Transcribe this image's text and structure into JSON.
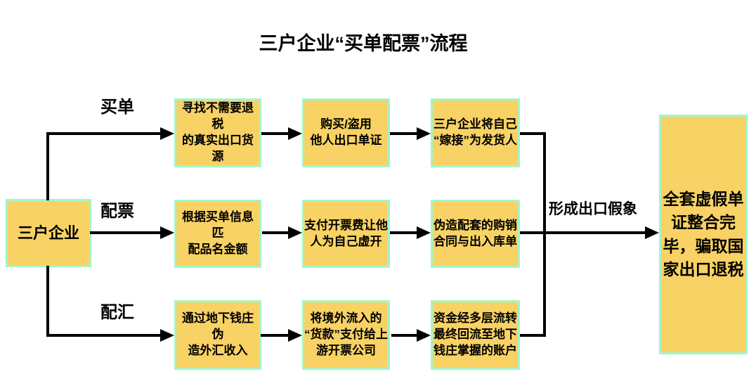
{
  "title": "三户企业“买单配票”流程",
  "source": {
    "label": "三户企业"
  },
  "branches": [
    {
      "label": "买单",
      "steps": [
        "寻找不需要退税\n的真实出口货源",
        "购买/盗用\n他人出口单证",
        "三户企业将自己\n“嫁接”为发货人"
      ]
    },
    {
      "label": "配票",
      "steps": [
        "根据买单信息匹\n配品名金额",
        "支付开票费让他\n人为自己虚开",
        "伪造配套的购销\n合同与出入库单"
      ]
    },
    {
      "label": "配汇",
      "steps": [
        "通过地下钱庄伪\n造外汇收入",
        "将境外流入的\n“货款”支付给上\n游开票公司",
        "资金经多层流转\n最终回流至地下\n钱庄掌握的账户"
      ]
    }
  ],
  "merge_label": "形成出口假象",
  "result": {
    "label": "全套虚假单\n证整合完\n毕，骗取国\n家出口退税"
  },
  "colors": {
    "box_fill": "#F8D264",
    "box_border": "#A2F6C6",
    "connector": "#000000",
    "text": "#000000",
    "background": "#FFFFFF"
  }
}
